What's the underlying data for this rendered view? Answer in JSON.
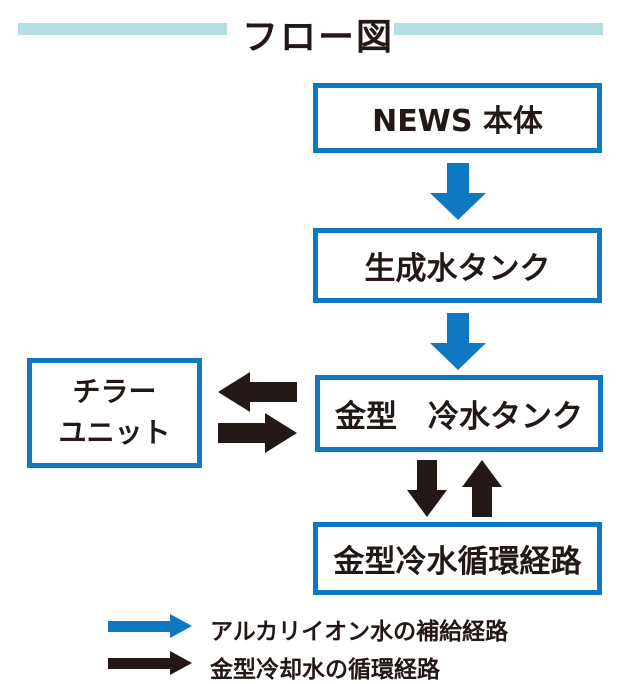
{
  "title": "フロー図",
  "colors": {
    "blue": "#0e78c2",
    "ink": "#231815",
    "teal": "#b2dfe2"
  },
  "nodes": {
    "news_main_unit": "NEWS 本体",
    "generated_water_tank": "生成水タンク",
    "mold_cold_water_tank": "金型　冷水タンク",
    "chiller_line1": "チラー",
    "chiller_line2": "ユニット",
    "mold_cold_water_circulation_path": "金型冷水循環経路"
  },
  "legend": {
    "items": [
      {
        "icon": "blue-right-arrow",
        "color": "#0e78c2",
        "label": "アルカリイオン水の補給経路"
      },
      {
        "icon": "black-right-arrow",
        "color": "#231815",
        "label": "金型冷却水の循環経路"
      }
    ]
  }
}
